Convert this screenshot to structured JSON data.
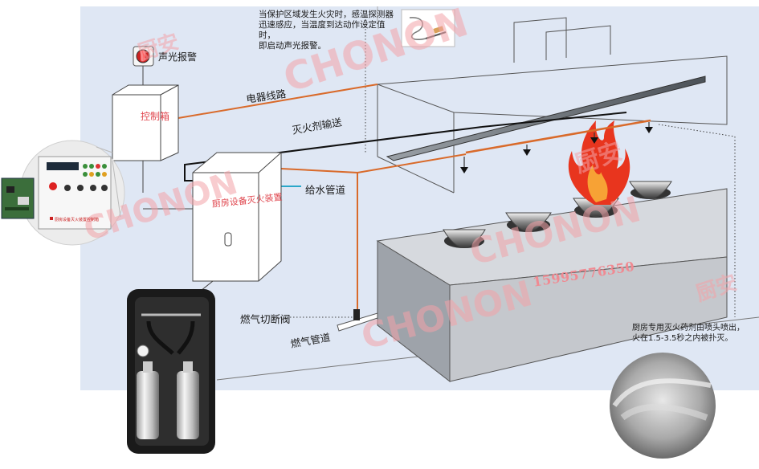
{
  "note_top": [
    "当保护区域发生火灾时，感温探测器",
    "迅速感应，当温度到达动作设定值时，",
    "即启动声光报警。"
  ],
  "labels": {
    "alarm": "声光报警",
    "control_box": "控制箱",
    "electric_line": "电器线路",
    "agent_pipe": "灭火剂输送",
    "water_pipe": "给水管道",
    "device_box": "厨房设备灭火装置",
    "gas_valve": "燃气切断阀",
    "gas_pipe": "燃气管道",
    "phone": "15995776350",
    "panel_caption": "厨房设备灭火装置控制箱"
  },
  "note_bottom": [
    "厨房专用灭火药剂由喷头喷出，",
    "火在1.5-3.5秒之内被扑灭。"
  ],
  "watermark": [
    "CHONON",
    "厨安"
  ],
  "colors": {
    "bg_panel": "#dfe7f4",
    "wire_orange": "#d96a2a",
    "pipe_black": "#111111",
    "water_blue": "#2aa7c9",
    "red_text": "#e0474f",
    "watermark": "#f2a3a8",
    "flame": "#e8351e"
  }
}
